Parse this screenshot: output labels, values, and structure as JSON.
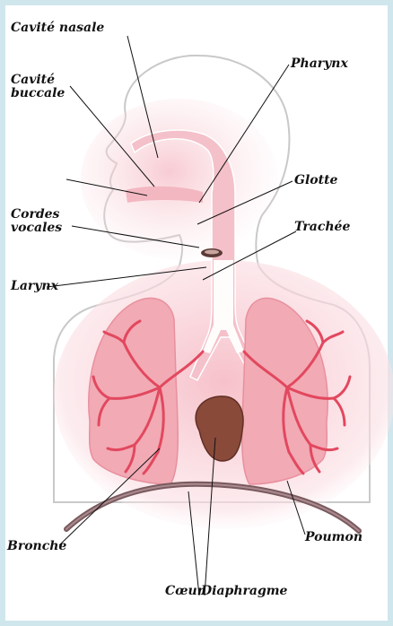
{
  "diagram": {
    "labels": {
      "nasal_cavity": "Cavité nasale",
      "oral_cavity": "Cavité\nbuccale",
      "pharynx": "Pharynx",
      "glottis": "Glotte",
      "vocal_cords": "Cordes\nvocales",
      "trachea": "Trachée",
      "larynx": "Larynx",
      "bronchus": "Bronche",
      "lung": "Poumon",
      "heart": "Cœur",
      "diaphragm": "Diaphragme"
    },
    "colors": {
      "background": "#cfe6ec",
      "panel": "#ffffff",
      "body_outline": "#c9c9c9",
      "tissue": "#f6c9d0",
      "lung_fill": "#f2aab5",
      "bronchi": "#e2485e",
      "heart": "#8a4a3a",
      "diaphragm": "#7a5a5e",
      "leader_line": "#111111"
    }
  }
}
